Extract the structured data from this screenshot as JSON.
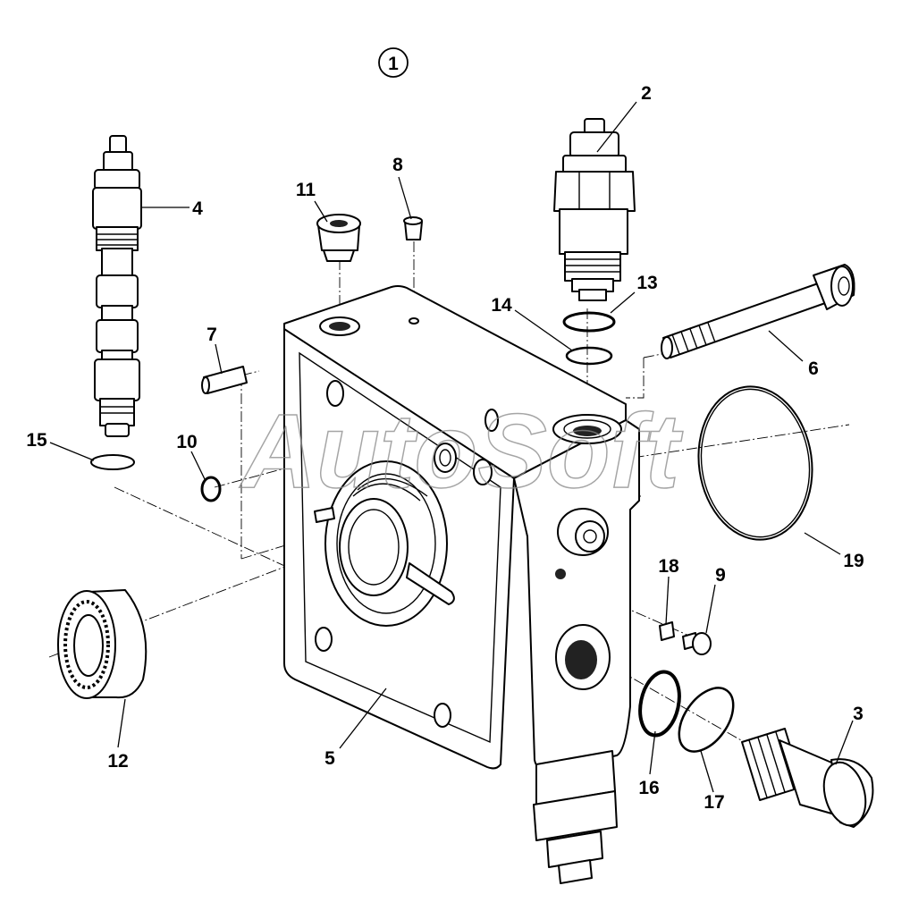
{
  "diagram": {
    "group_number": "1",
    "watermark": "AutoSoft",
    "part_labels": [
      {
        "id": "label-1",
        "text": "1"
      },
      {
        "id": "label-2",
        "text": "2"
      },
      {
        "id": "label-3",
        "text": "3"
      },
      {
        "id": "label-4",
        "text": "4"
      },
      {
        "id": "label-5",
        "text": "5"
      },
      {
        "id": "label-6",
        "text": "6"
      },
      {
        "id": "label-7",
        "text": "7"
      },
      {
        "id": "label-8",
        "text": "8"
      },
      {
        "id": "label-9",
        "text": "9"
      },
      {
        "id": "label-10",
        "text": "10"
      },
      {
        "id": "label-11",
        "text": "11"
      },
      {
        "id": "label-12",
        "text": "12"
      },
      {
        "id": "label-13",
        "text": "13"
      },
      {
        "id": "label-14",
        "text": "14"
      },
      {
        "id": "label-15",
        "text": "15"
      },
      {
        "id": "label-16",
        "text": "16"
      },
      {
        "id": "label-17",
        "text": "17"
      },
      {
        "id": "label-18",
        "text": "18"
      },
      {
        "id": "label-19",
        "text": "19"
      }
    ]
  }
}
